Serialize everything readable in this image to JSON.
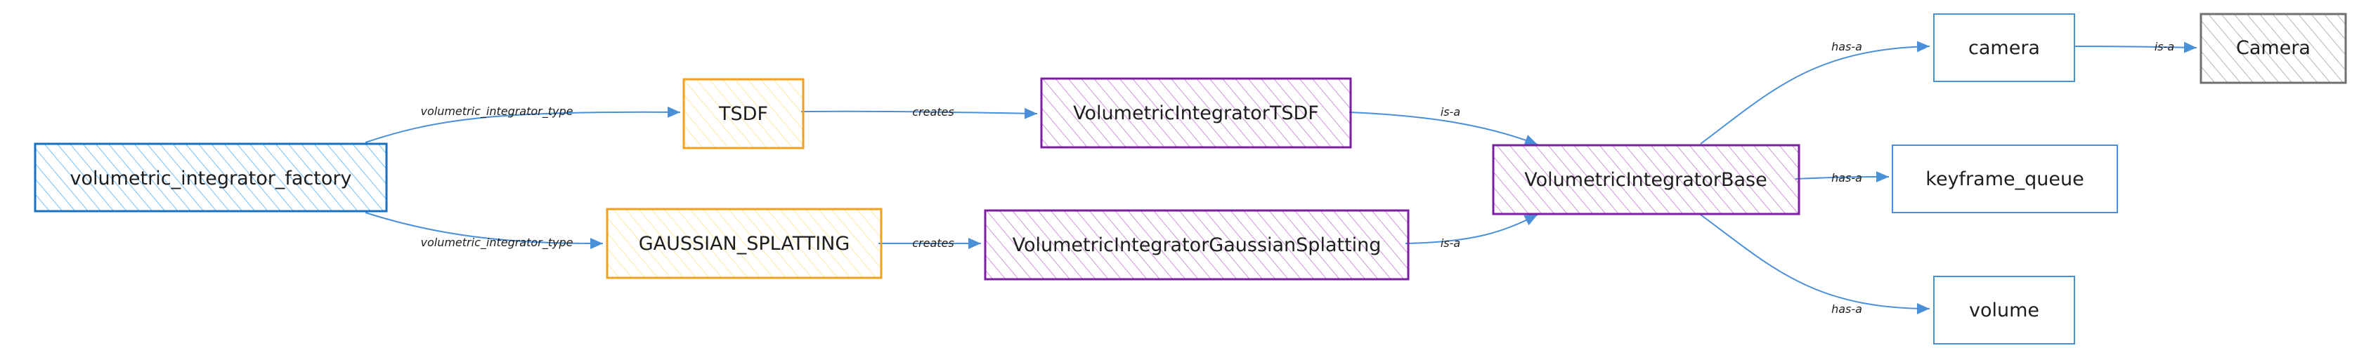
{
  "colors": {
    "factory_stroke": "#1971c2",
    "factory_fill": "#a5d8ff",
    "enum_stroke": "#f0a020",
    "enum_fill": "#fff3bf",
    "class_stroke": "#7b1fa2",
    "class_fill": "#e1bee7",
    "member_stroke": "#4a90d9",
    "external_stroke": "#707070",
    "external_fill": "#cfcfcf",
    "edge": "#4a90d9"
  },
  "nodes": {
    "factory": {
      "label": "volumetric_integrator_factory",
      "kind": "factory"
    },
    "tsdf": {
      "label": "TSDF",
      "kind": "enum"
    },
    "gaussian_splatting": {
      "label": "GAUSSIAN_SPLATTING",
      "kind": "enum"
    },
    "vi_tsdf": {
      "label": "VolumetricIntegratorTSDF",
      "kind": "class"
    },
    "vi_gs": {
      "label": "VolumetricIntegratorGaussianSplatting",
      "kind": "class"
    },
    "vi_base": {
      "label": "VolumetricIntegratorBase",
      "kind": "class"
    },
    "camera_member": {
      "label": "camera",
      "kind": "member"
    },
    "keyframe_queue": {
      "label": "keyframe_queue",
      "kind": "member"
    },
    "volume": {
      "label": "volume",
      "kind": "member"
    },
    "camera_class": {
      "label": "Camera",
      "kind": "external"
    }
  },
  "edges": {
    "factory_tsdf": {
      "label": "volumetric_integrator_type"
    },
    "factory_gs": {
      "label": "volumetric_integrator_type"
    },
    "tsdf_creates": {
      "label": "creates"
    },
    "gs_creates": {
      "label": "creates"
    },
    "tsdf_isa": {
      "label": "is-a"
    },
    "gs_isa": {
      "label": "is-a"
    },
    "base_camera": {
      "label": "has-a"
    },
    "base_keyframe": {
      "label": "has-a"
    },
    "base_volume": {
      "label": "has-a"
    },
    "camera_isa": {
      "label": "is-a"
    }
  }
}
